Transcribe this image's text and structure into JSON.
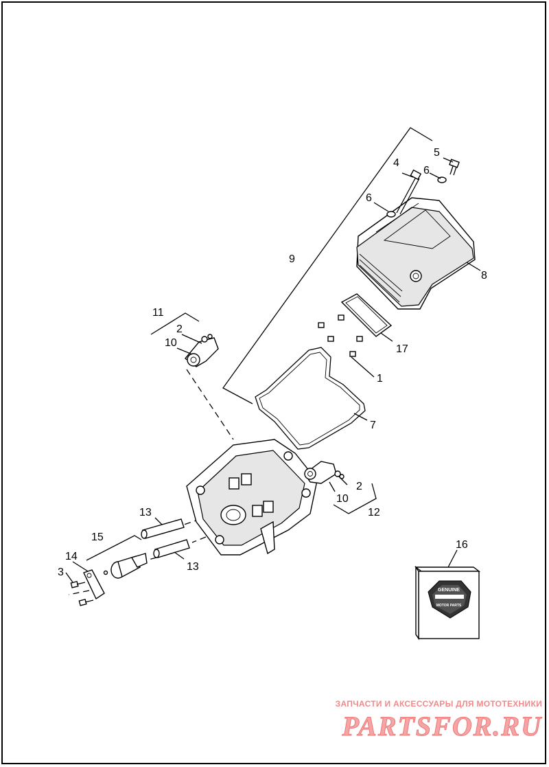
{
  "watermark": {
    "caption": "ЗАПЧАСТИ И АКСЕССУАРЫ ДЛЯ МОТОТЕХНИКИ",
    "logo": "PARTSFOR.RU"
  },
  "box_logo": {
    "top_word": "GENUINE",
    "bottom_word": "MOTOR PARTS"
  },
  "callouts": {
    "c1": "1",
    "c2a": "2",
    "c2b": "2",
    "c3": "3",
    "c4": "4",
    "c5": "5",
    "c6a": "6",
    "c6b": "6",
    "c7": "7",
    "c8": "8",
    "c9": "9",
    "c10a": "10",
    "c10b": "10",
    "c11": "11",
    "c12": "12",
    "c13a": "13",
    "c13b": "13",
    "c14": "14",
    "c15": "15",
    "c16": "16",
    "c17": "17"
  }
}
